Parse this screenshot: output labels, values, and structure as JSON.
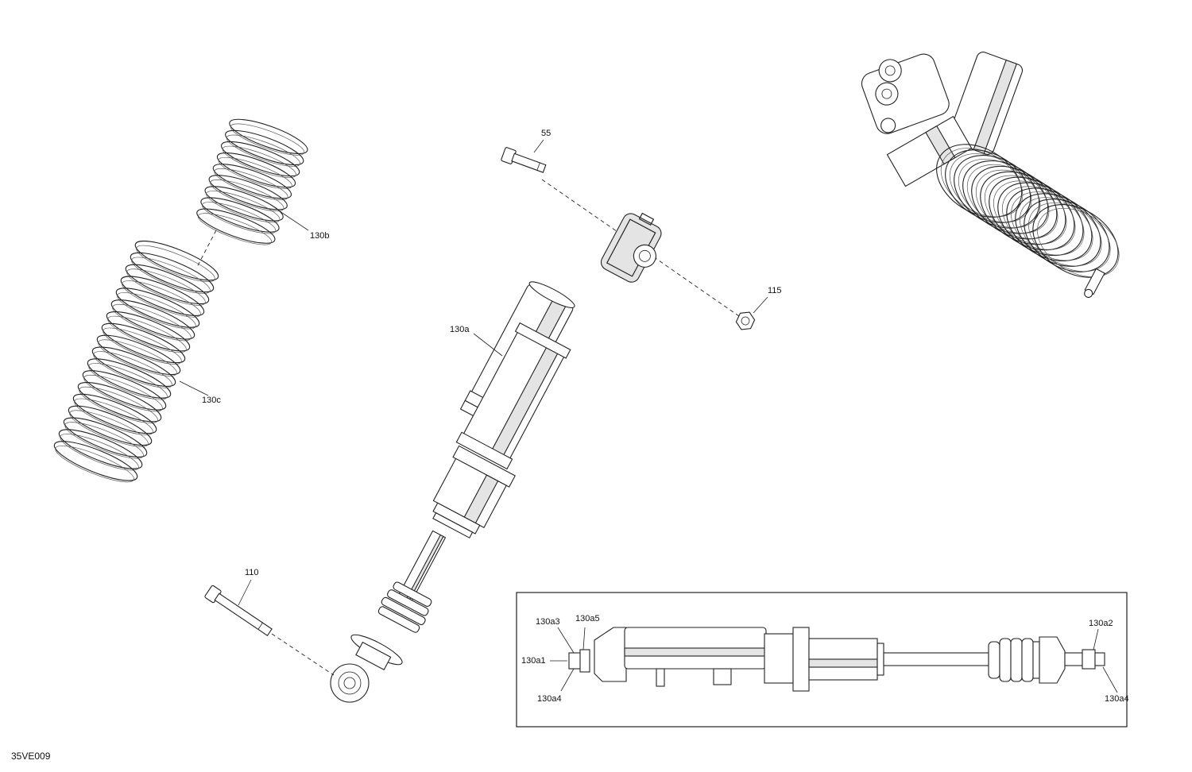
{
  "diagram": {
    "drawing_id": "35VE009",
    "callouts": {
      "c55": "55",
      "c115": "115",
      "c110": "110",
      "c130a": "130a",
      "c130b": "130b",
      "c130c": "130c"
    },
    "detail_callouts": {
      "a1": "130a1",
      "a2": "130a2",
      "a3": "130a3",
      "a4_left": "130a4",
      "a4_right": "130a4",
      "a5": "130a5"
    }
  }
}
